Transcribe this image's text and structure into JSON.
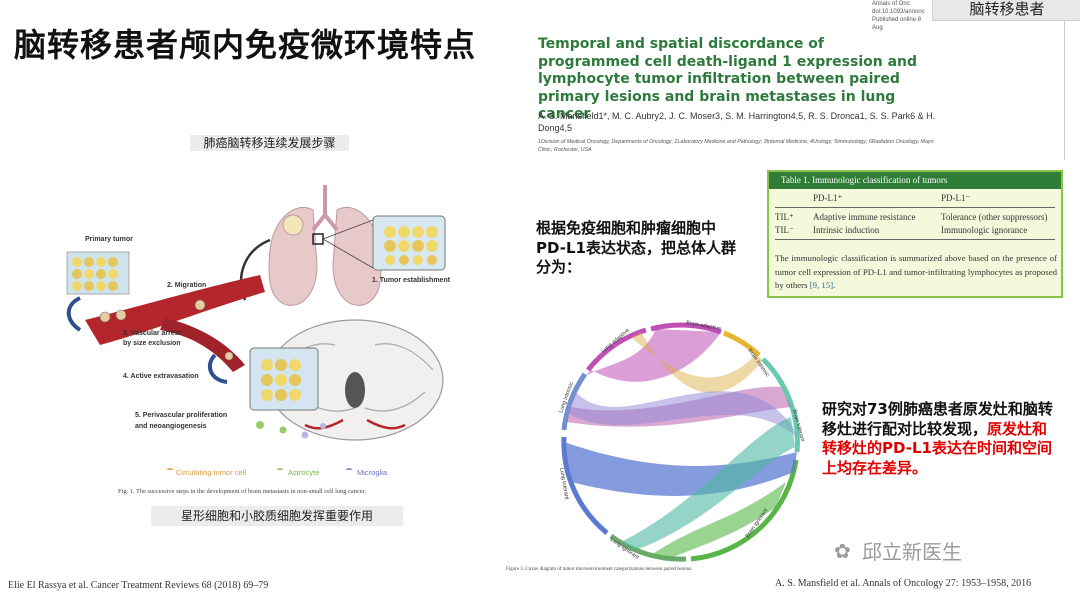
{
  "slide": {
    "title": "脑转移患者颅内免疫微环境特点",
    "tab_label": "脑转移患者",
    "journal_meta": [
      "Annals of Onc",
      "doi:10.1093/annonc",
      "Published online 8 Aug"
    ]
  },
  "left_figure": {
    "caption_top": "肺癌脑转移连续发展步骤",
    "caption_bottom": "星形细胞和小胶质细胞发挥重要作用",
    "labels": {
      "primary_tumor": "Primary tumor",
      "migration": "2. Migration",
      "vascular_arrest_1": "3. Vascular arrest",
      "vascular_arrest_2": "by size exclusion",
      "active_extravasation": "4. Active extravasation",
      "perivascular_1": "5. Perivascular proliferation",
      "perivascular_2": "and neoangiogenesis",
      "tumor_establishment": "1. Tumor establishment"
    },
    "legend": {
      "circulating": "Circulating tumor cell",
      "astrocyte": "Astrocyte",
      "microglia": "Microglia"
    },
    "fig_caption": "Fig. 1. The successive steps in the development of brain metastasis in non-small cell lung cancer.",
    "citation": "Elie El Rassya et al. Cancer Treatment Reviews 68 (2018) 69–79"
  },
  "paper": {
    "title": "Temporal and spatial discordance of programmed cell death-ligand 1 expression and lymphocyte tumor infiltration between paired primary lesions and brain metastases in lung cancer",
    "authors": "A. S. Mansfield1*, M. C. Aubry2, J. C. Moser3, S. M. Harrington4,5, R. S. Dronca1, S. S. Park6 & H. Dong4,5",
    "affiliations": "1Division of Medical Oncology, Departments of Oncology; 2Laboratory Medicine and Pathology; 3Internal Medicine; 4Urology; 5Immunology; 6Radiation Oncology, Mayo Clinic, Rochester, USA"
  },
  "grouping_text": "根据免疫细胞和肿瘤细胞中PD-L1表达状态，把总体人群分为：",
  "table": {
    "title": "Table 1.  Immunologic classification of tumors",
    "col1": "PD-L1⁺",
    "col2": "PD-L1⁻",
    "row1_label": "TIL⁺",
    "row1_c1": "Adaptive immune resistance",
    "row1_c2": "Tolerance (other suppressors)",
    "row2_label": "TIL⁻",
    "row2_c1": "Intrinsic induction",
    "row2_c2": "Immunologic ignorance",
    "note": "The immunologic classification is summarized above based on the presence of tumor cell expression of PD-L1 and tumor-infiltrating lymphocytes as proposed by others ",
    "note_refs": "[9, 15]",
    "note_end": "."
  },
  "chord": {
    "sectors": [
      "Brain adaptive",
      "Brain intrinsic",
      "Brain tolerant",
      "Brain ignorant",
      "Lung ignorant",
      "Lung tolerant",
      "Lung intrinsic",
      "Lung adaptive"
    ],
    "fig_caption": "Figure 3.  Circos diagram of tumor microenvironment categorizations between paired lesions."
  },
  "finding": {
    "line_black": "研究对73例肺癌患者原发灶和脑转移灶进行配对比较发现，",
    "line_red": "原发灶和转移灶的PD-L1表达在时间和空间上均存在差异。"
  },
  "citation_right": "A. S. Mansfield et al. Annals of Oncology 27: 1953–1958, 2016",
  "watermark": "邱立新医生",
  "colors": {
    "green_title": "#2e7a3c",
    "red_text": "#e00000",
    "table_header": "#2f7d36",
    "table_bg": "#f4f9dc"
  }
}
